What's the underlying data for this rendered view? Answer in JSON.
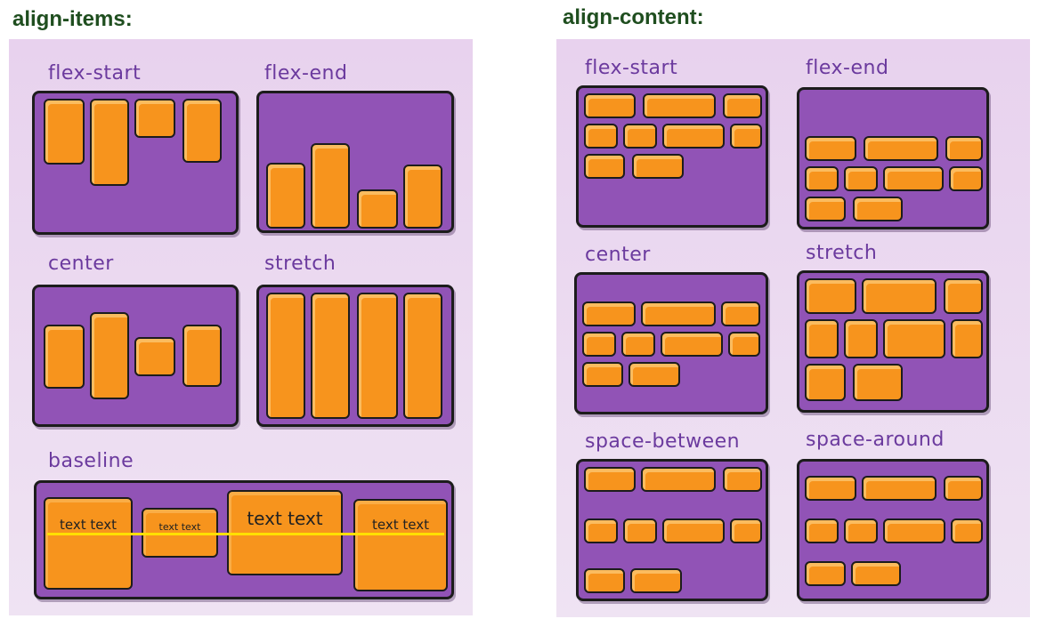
{
  "headings": {
    "align_items": "align-items:",
    "align_content": "align-content:"
  },
  "align_items": {
    "labels": {
      "flex_start": "flex-start",
      "flex_end": "flex-end",
      "center": "center",
      "stretch": "stretch",
      "baseline": "baseline"
    },
    "baseline_items": [
      "text text",
      "text text",
      "text text",
      "text text"
    ]
  },
  "align_content": {
    "labels": {
      "flex_start": "flex-start",
      "flex_end": "flex-end",
      "center": "center",
      "stretch": "stretch",
      "space_between": "space-between",
      "space_around": "space-around"
    }
  },
  "colors": {
    "panel_bg": "#e8d2ee",
    "container": "#9153b6",
    "item": "#f7941d",
    "baseline": "#ffe000",
    "heading": "#1f4e1f",
    "label": "#6b3a9e"
  }
}
